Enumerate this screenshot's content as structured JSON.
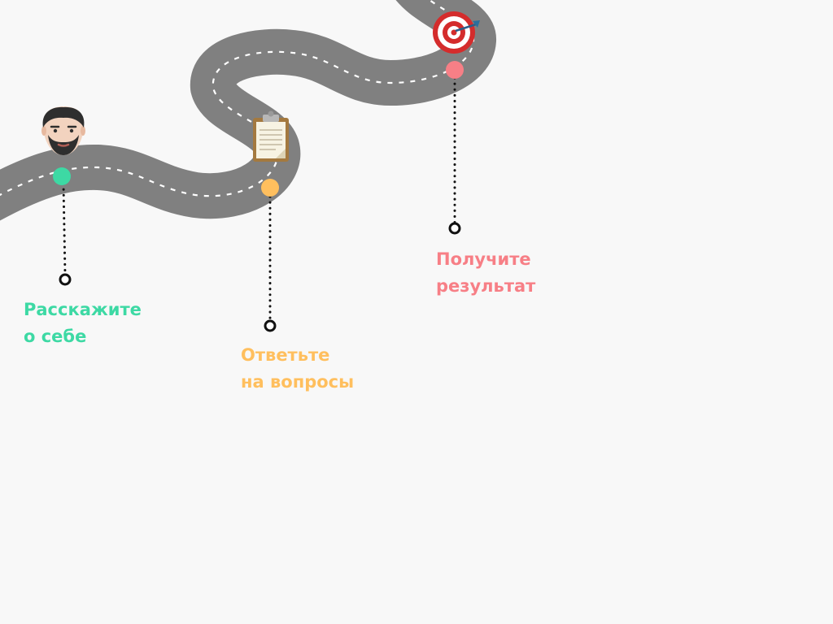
{
  "colors": {
    "background": "#f8f8f8",
    "road": "#808080",
    "road_marking": "#ffffff",
    "connector": "#111111"
  },
  "steps": [
    {
      "id": "about",
      "icon": "man-face-icon",
      "color": "#3dd9a4",
      "label_line1": "Расскажите",
      "label_line2": "о себе"
    },
    {
      "id": "questions",
      "icon": "clipboard-icon",
      "color": "#ffbf5e",
      "label_line1": "Ответьте",
      "label_line2": "на вопросы"
    },
    {
      "id": "result",
      "icon": "target-icon",
      "color": "#f77f86",
      "label_line1": "Получите",
      "label_line2": "результат"
    }
  ]
}
